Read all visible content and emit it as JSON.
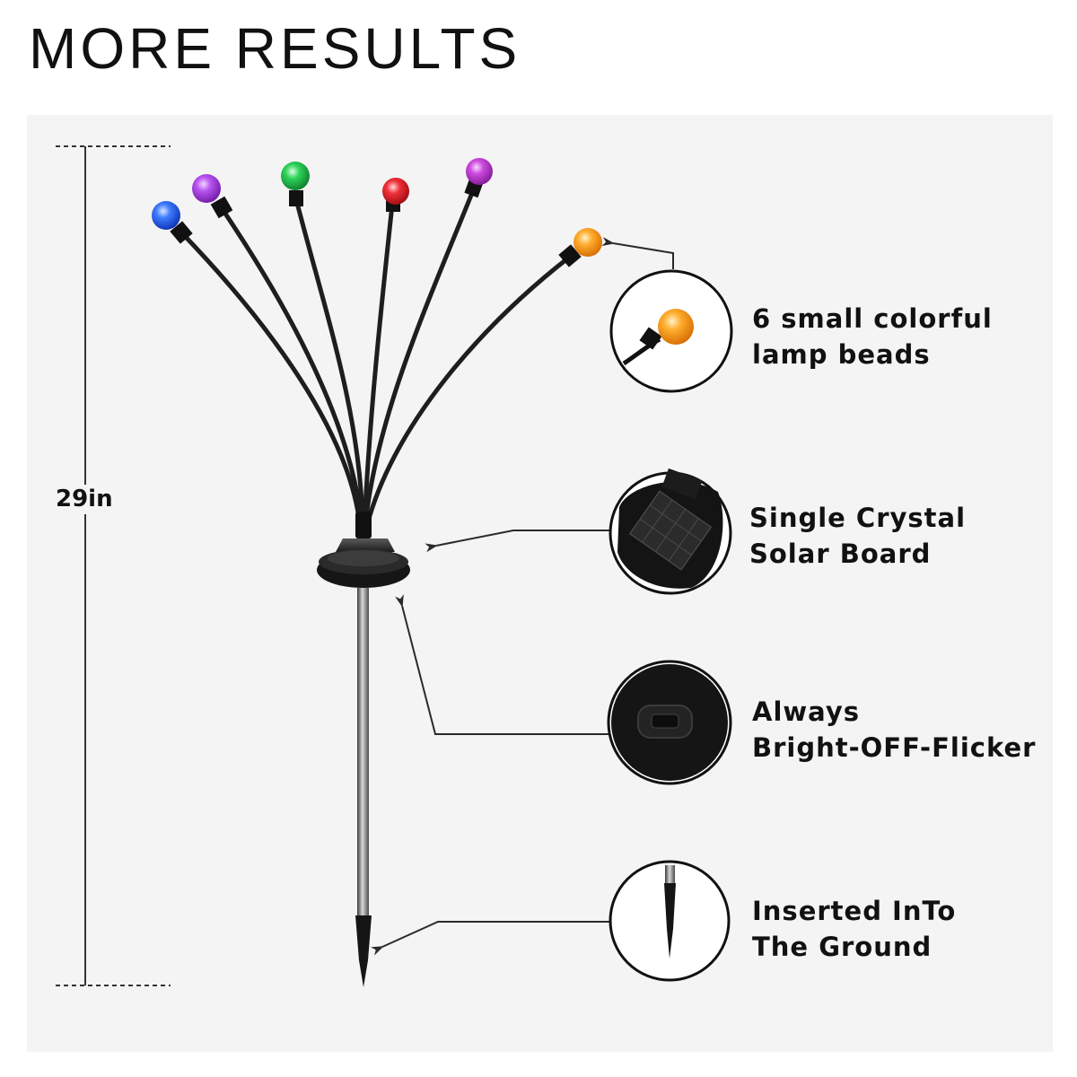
{
  "page": {
    "title": "MORE RESULTS"
  },
  "product": {
    "height_label": "29in",
    "bead_colors": [
      "#1e5bff",
      "#b03ee8",
      "#22c24a",
      "#e8202a",
      "#c43ad6",
      "#ff9a1c"
    ],
    "bead_count": 6
  },
  "features": [
    {
      "line1": "6 small colorful",
      "line2": "lamp beads",
      "icon": "orange-bead-closeup-icon"
    },
    {
      "line1": "Single Crystal",
      "line2": "Solar Board",
      "icon": "solar-panel-closeup-icon"
    },
    {
      "line1": "Always",
      "line2": "Bright-OFF-Flicker",
      "icon": "switch-button-closeup-icon"
    },
    {
      "line1": "Inserted InTo",
      "line2": "The Ground",
      "icon": "ground-stake-closeup-icon"
    }
  ],
  "colors": {
    "panel_background": "#f4f4f4",
    "text": "#111111",
    "lines": "#2a2a2a"
  }
}
